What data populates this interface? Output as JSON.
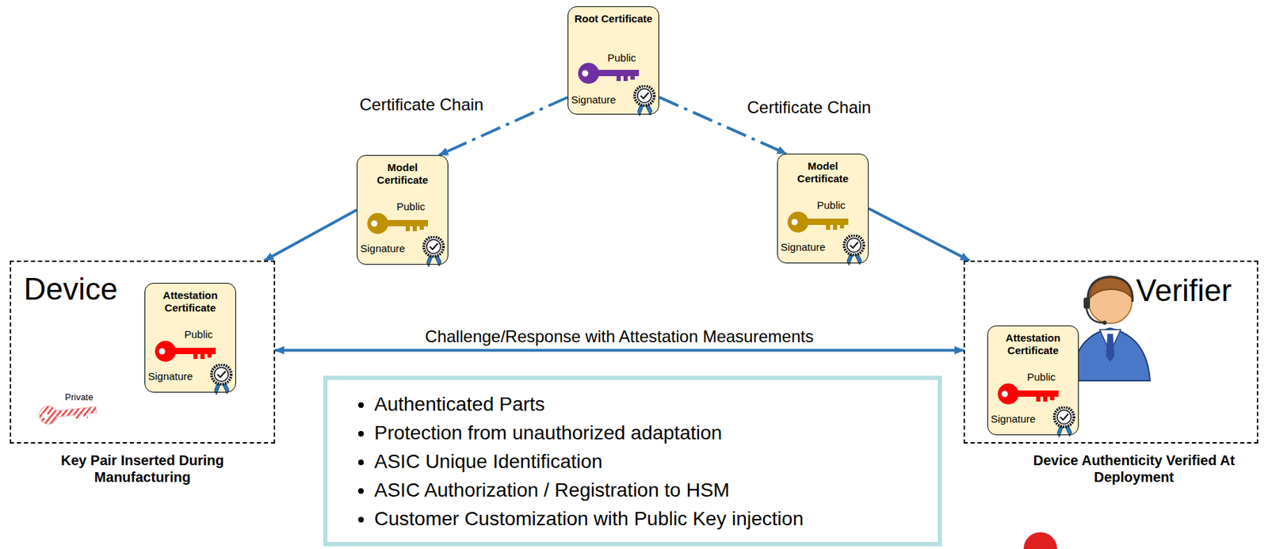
{
  "diagram": {
    "nodes": [
      {
        "text": [
          "Root Certificate",
          "Public",
          "Signature"
        ]
      },
      {
        "text": [
          "Model Certificate",
          "Public",
          "Signature"
        ]
      },
      {
        "text": [
          "Model Certificate",
          "Public",
          "Signature"
        ]
      },
      {
        "text": [
          "Device",
          "Private",
          "Key Pair Inserted During Manufacturing"
        ]
      },
      {
        "text": [
          "Attestation Certificate",
          "Public",
          "Signature"
        ],
        "in": 3
      },
      {
        "text": [
          "Verifier",
          "Device Authenticity Verified At Deployment"
        ]
      },
      {
        "text": [
          "Attestation Certificate",
          "Public",
          "Signature"
        ],
        "in": 5
      },
      {
        "text": [
          "Authenticated Parts",
          "Protection from unauthorized adaptation",
          "ASIC Unique Identification",
          "ASIC Authorization / Registration to HSM",
          "Customer Customization with Public Key injection"
        ]
      }
    ],
    "edges": [
      {
        "from": 0,
        "to": 1,
        "arrow": "to",
        "label": "Certificate Chain"
      },
      {
        "from": 0,
        "to": 2,
        "arrow": "to",
        "label": "Certificate Chain"
      },
      {
        "from": 1,
        "to": 3,
        "arrow": "to"
      },
      {
        "from": 2,
        "to": 5,
        "arrow": "to"
      },
      {
        "from": 3,
        "to": 5,
        "arrow": "both",
        "label": "Challenge/Response with Attestation Measurements"
      }
    ]
  }
}
